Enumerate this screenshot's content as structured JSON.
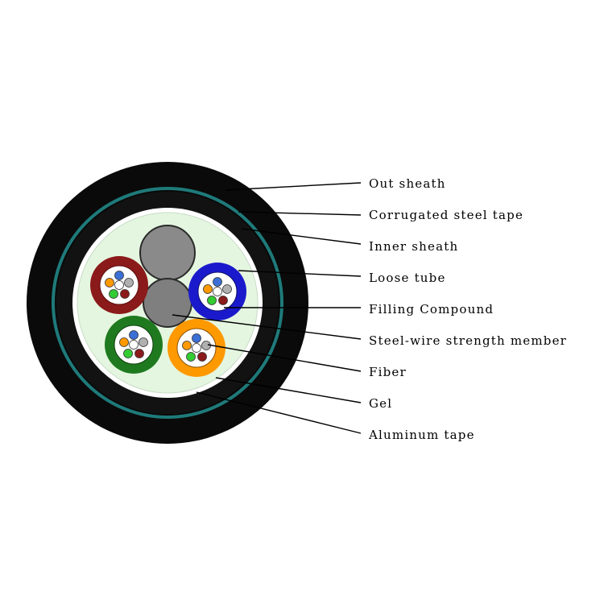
{
  "labels": [
    "Out sheath",
    "Corrugated steel tape",
    "Inner sheath",
    "Loose tube",
    "Filling Compound",
    "Steel-wire strength member",
    "Fiber",
    "Gel",
    "Aluminum tape"
  ],
  "colors": {
    "outer_sheath": "#0a0a0a",
    "corrugated_steel_tape": "#1f7a7a",
    "inner_sheath": "#121212",
    "aluminum_tape": "#ffffff",
    "gel": "#e4f6e0",
    "strength_member": "#7f7f7f",
    "filler": "#8a8a8a",
    "tube_red": "#8b1a1a",
    "tube_blue": "#1a1acc",
    "tube_green": "#1f7a1f",
    "tube_orange": "#ff9900"
  },
  "loose_tubes": [
    {
      "name": "loose-tube-red",
      "color": "tube_red"
    },
    {
      "name": "loose-tube-blue",
      "color": "tube_blue"
    },
    {
      "name": "loose-tube-green",
      "color": "tube_green"
    },
    {
      "name": "loose-tube-orange",
      "color": "tube_orange"
    }
  ],
  "fiber_colors": [
    "#3b6fd6",
    "#ff9900",
    "#ffffff",
    "#b0b0b0",
    "#33cc33",
    "#8b1a1a"
  ]
}
